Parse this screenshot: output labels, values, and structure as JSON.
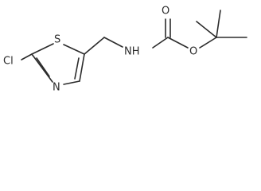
{
  "molecule": {
    "atoms": {
      "cl": "Cl",
      "s": "S",
      "n_ring": "N",
      "nh": "NH",
      "o_carbonyl": "O",
      "o_ester": "O"
    }
  },
  "colors": {
    "bond": "#2b2b2b",
    "background": "#ffffff"
  }
}
